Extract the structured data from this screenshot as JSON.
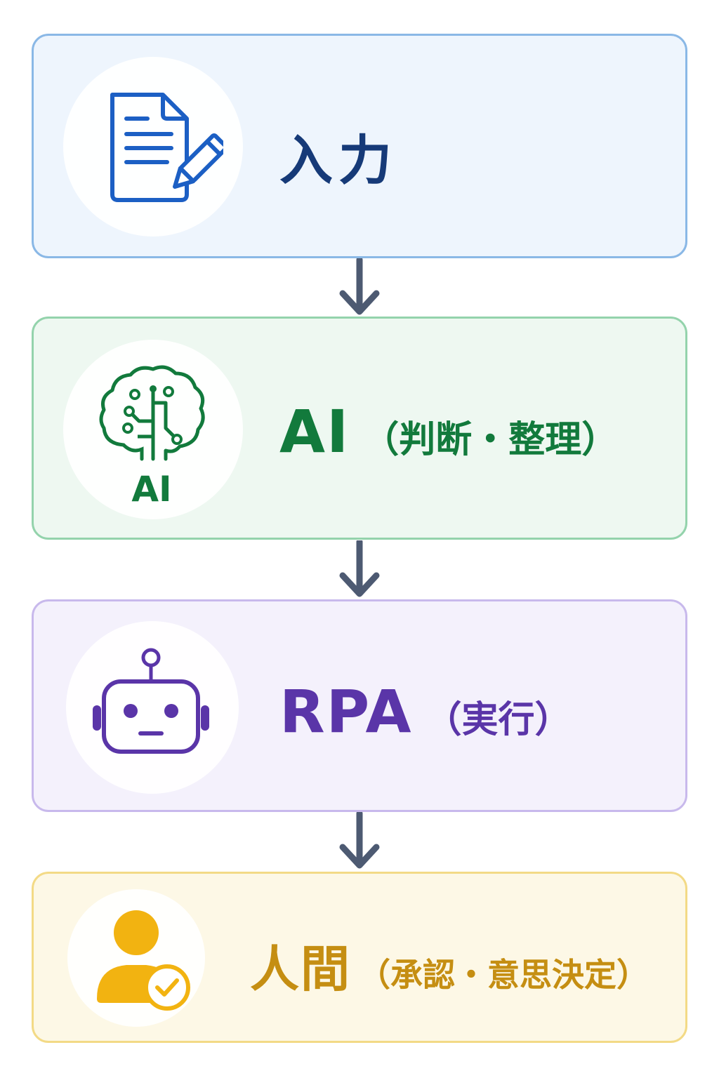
{
  "stages": [
    {
      "title": "入力",
      "subtitle": "",
      "icon": "document-edit-icon",
      "color": "#1c5fc4"
    },
    {
      "title": "AI",
      "subtitle": "（判断・整理）",
      "icon": "ai-brain-icon",
      "icon_label": "AI",
      "color": "#127a3c"
    },
    {
      "title": "RPA",
      "subtitle": "（実行）",
      "icon": "robot-icon",
      "color": "#5a35a8"
    },
    {
      "title": "人間",
      "subtitle": "（承認・意思決定）",
      "icon": "person-check-icon",
      "color": "#f2b311"
    }
  ],
  "connectors": [
    "arrow-down",
    "arrow-down",
    "arrow-down"
  ]
}
